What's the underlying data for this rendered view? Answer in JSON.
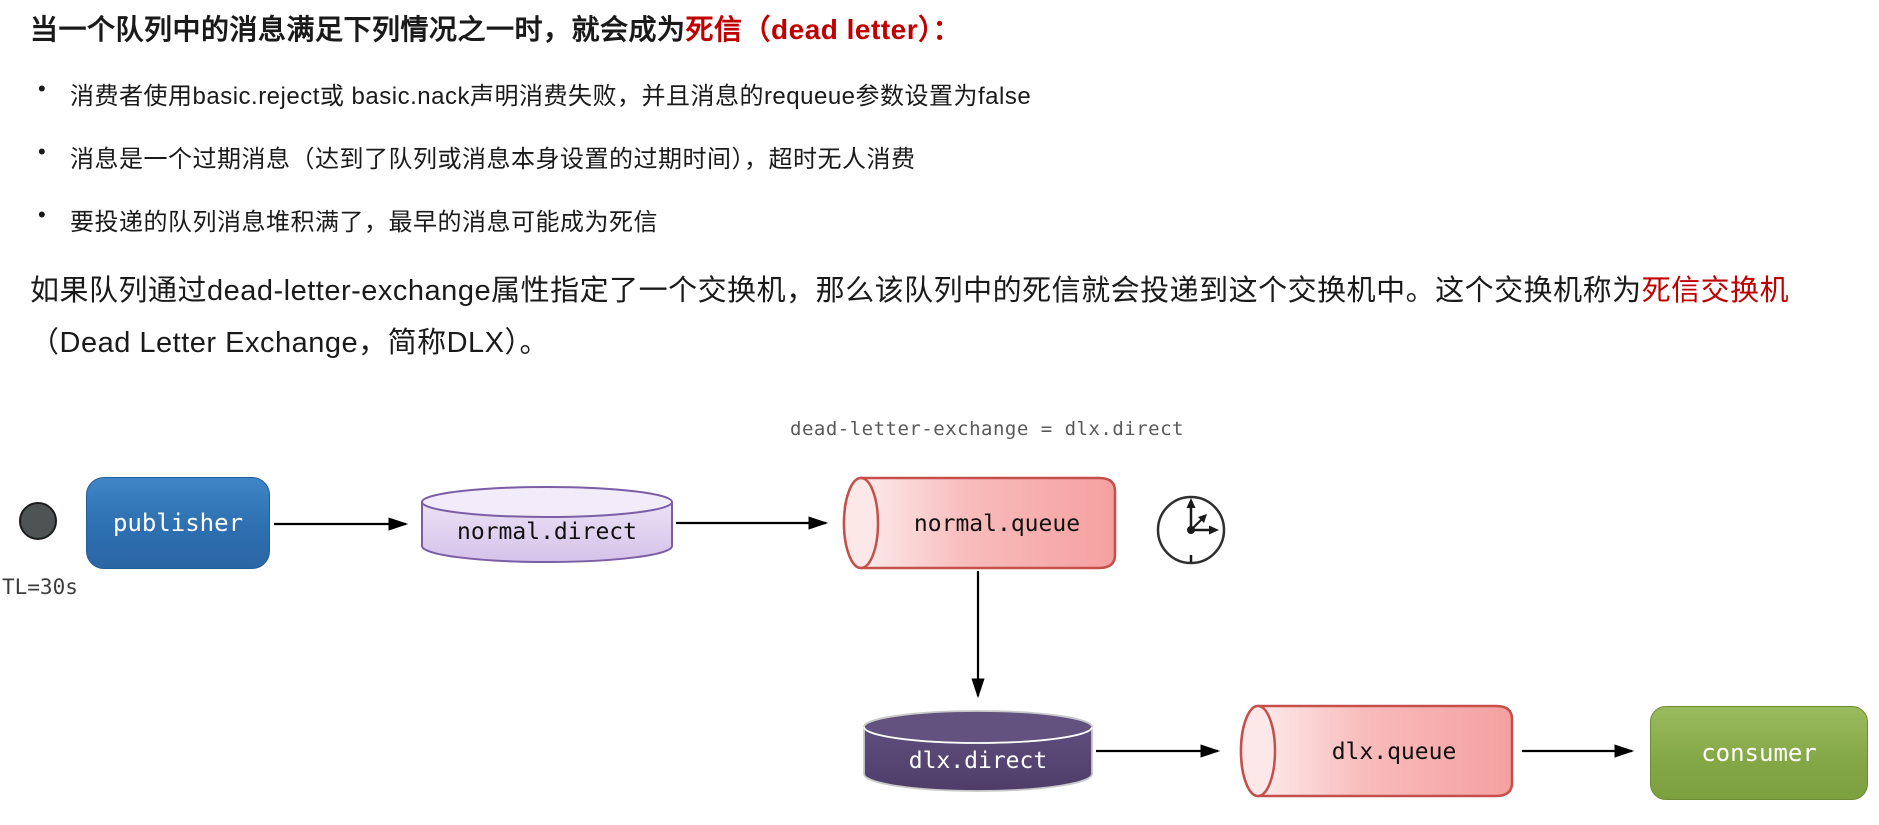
{
  "text": {
    "title_black": "当一个队列中的消息满足下列情况之一时，就会成为",
    "title_red": "死信（dead letter）：",
    "bullets": [
      "消费者使用basic.reject或 basic.nack声明消费失败，并且消息的requeue参数设置为false",
      "消息是一个过期消息（达到了队列或消息本身设置的过期时间），超时无人消费",
      "要投递的队列消息堆积满了，最早的消息可能成为死信"
    ],
    "para_1": "如果队列通过dead-letter-exchange属性指定了一个交换机，那么该队列中的死信就会投递到这个交换机中。这个交换机称为",
    "para_red": "死信交换机",
    "para_2": "（Dead Letter Exchange，简称DLX）。"
  },
  "diagram": {
    "annotation": "dead-letter-exchange = dlx.direct",
    "ttl_label": "TL=30s",
    "nodes": {
      "publisher": "publisher",
      "normal_direct": "normal.direct",
      "normal_queue": "normal.queue",
      "dlx_direct": "dlx.direct",
      "dlx_queue": "dlx.queue",
      "consumer": "consumer"
    }
  },
  "colors": {
    "highlight_red": "#c00000",
    "body_text": "#1a1a1a",
    "annotation_gray": "#595959",
    "publisher_blue": "#2e74b5",
    "exchange_purple_light": "#e2d3f0",
    "exchange_purple_dark": "#5a4879",
    "queue_pink": "#f8b0b0",
    "queue_border_red": "#c5504b",
    "consumer_green": "#84a746",
    "arrow_black": "#000000"
  }
}
